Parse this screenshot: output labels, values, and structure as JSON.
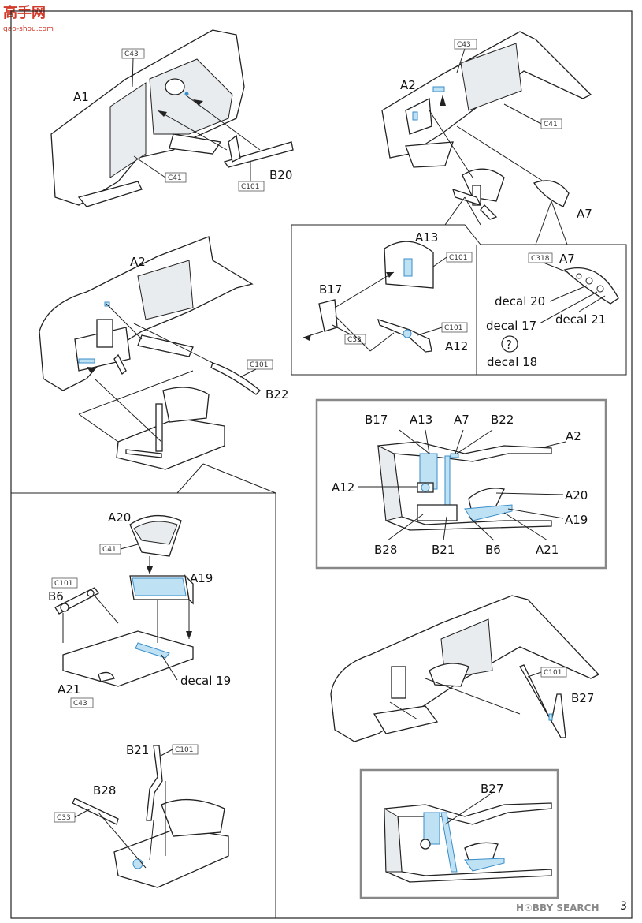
{
  "header": {
    "site_logo_text": "高手网",
    "site_url": "gao-shou.com"
  },
  "footer": {
    "watermark": "H☉BBY SEARCH",
    "page_number": "3"
  },
  "colors": {
    "highlight_blue": "#bfe1f4",
    "blue_stroke": "#3a8ec9",
    "line": "#222222",
    "panel_border": "#888888"
  },
  "labels": {
    "A1": "A1",
    "A2": "A2",
    "A2b": "A2",
    "A7": "A7",
    "A7b": "A7",
    "A12": "A12",
    "A13": "A13",
    "A19": "A19",
    "A20": "A20",
    "A21": "A21",
    "B6": "B6",
    "B17": "B17",
    "B20": "B20",
    "B21": "B21",
    "B22": "B22",
    "B27": "B27",
    "B28": "B28",
    "decal19": "decal 19",
    "decal17": "decal 17",
    "decal18": "decal 18",
    "decal20": "decal 20",
    "decal21": "decal 21",
    "question": "?"
  },
  "tags": {
    "C33": "C33",
    "C41": "C41",
    "C43": "C43",
    "C101": "C101",
    "C318": "C318"
  },
  "detail_box_1": {
    "labels": {
      "B17": "B17",
      "A13": "A13",
      "A7": "A7",
      "B22": "B22",
      "A2": "A2",
      "A12": "A12",
      "A20": "A20",
      "A19": "A19",
      "B28": "B28",
      "B21": "B21",
      "B6": "B6",
      "A21": "A21"
    }
  },
  "detail_box_2": {
    "labels": {
      "B27": "B27"
    }
  }
}
